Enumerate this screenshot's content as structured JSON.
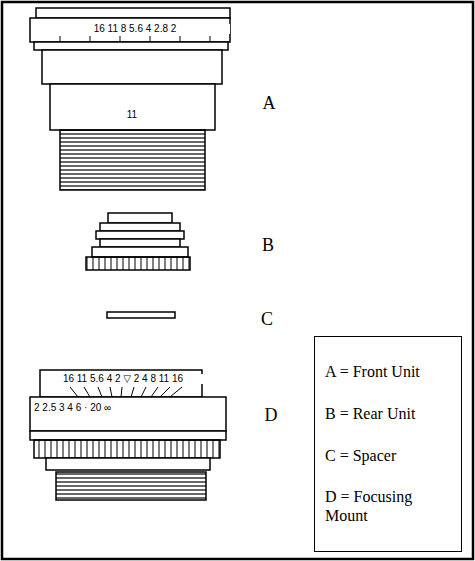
{
  "diagram": {
    "nodes": [
      {
        "text": [
          "A = Front Unit",
          "B = Rear Unit",
          "C = Spacer",
          "D = Focusing Mount"
        ]
      }
    ],
    "labels": [
      "16 11 8 5.6 4 2.8 2",
      "11",
      "A",
      "B",
      "C",
      "16 11 5.6 4 2 ▽ 2 4 8 11 16",
      "2 2.5 3 4 6 · 20 ∞",
      "D"
    ]
  }
}
